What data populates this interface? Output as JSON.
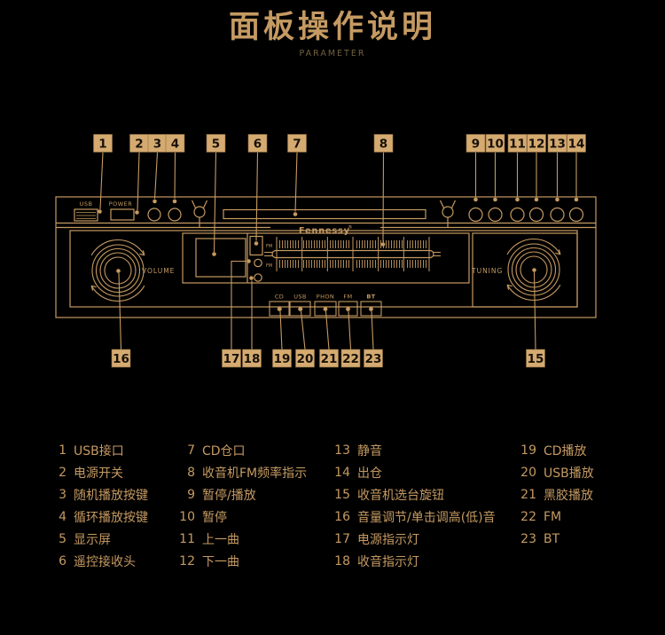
{
  "header": {
    "title": "面板操作说明",
    "subtitle": "PARAMETER"
  },
  "colors": {
    "gold": "#c59a62",
    "tag_bg": "#d4aa70",
    "background": "#000000"
  },
  "panel": {
    "brand": "Fennessy",
    "brand_reg": "®",
    "labels": {
      "usb": "USB",
      "power": "POWER",
      "volume": "VOLUME",
      "tuning": "TUNING",
      "fm_upper": "FM",
      "fm_lower": "FM"
    },
    "source_buttons": [
      "CD",
      "USB",
      "PHON",
      "FM",
      "BT"
    ]
  },
  "callouts": {
    "top": [
      "1",
      "2",
      "3",
      "4",
      "5",
      "6",
      "7",
      "8",
      "9",
      "10",
      "11",
      "12",
      "13",
      "14"
    ],
    "bottom": [
      "16",
      "17",
      "18",
      "19",
      "20",
      "21",
      "22",
      "23",
      "15"
    ]
  },
  "legend": {
    "columns": [
      {
        "items": [
          {
            "num": "1",
            "text": "USB接口"
          },
          {
            "num": "2",
            "text": "电源开关"
          },
          {
            "num": "3",
            "text": "随机播放按键"
          },
          {
            "num": "4",
            "text": "循环播放按键"
          },
          {
            "num": "5",
            "text": "显示屏"
          },
          {
            "num": "6",
            "text": "遥控接收头"
          }
        ]
      },
      {
        "items": [
          {
            "num": "7",
            "text": "CD仓口"
          },
          {
            "num": "8",
            "text": "收音机FM频率指示"
          },
          {
            "num": "9",
            "text": "暂停/播放"
          },
          {
            "num": "10",
            "text": "暂停"
          },
          {
            "num": "11",
            "text": "上一曲"
          },
          {
            "num": "12",
            "text": "下一曲"
          }
        ]
      },
      {
        "items": [
          {
            "num": "13",
            "text": "静音"
          },
          {
            "num": "14",
            "text": "出仓"
          },
          {
            "num": "15",
            "text": "收音机选台旋钮"
          },
          {
            "num": "16",
            "text": "音量调节/单击调高(低)音"
          },
          {
            "num": "17",
            "text": "电源指示灯"
          },
          {
            "num": "18",
            "text": "收音指示灯"
          }
        ]
      },
      {
        "items": [
          {
            "num": "19",
            "text": "CD播放"
          },
          {
            "num": "20",
            "text": "USB播放"
          },
          {
            "num": "21",
            "text": "黑胶播放"
          },
          {
            "num": "22",
            "text": "FM"
          },
          {
            "num": "23",
            "text": "BT"
          }
        ]
      }
    ]
  }
}
